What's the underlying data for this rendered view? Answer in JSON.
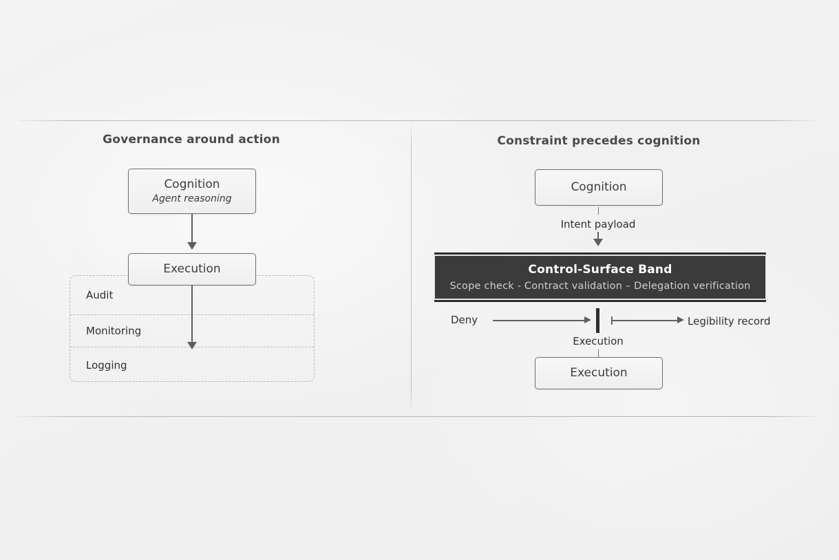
{
  "canvas": {
    "background_color": "#f2f2f2",
    "rule_color": "#b6b6b6",
    "ink_color": "#3d3d3d",
    "band_fill": "#3b3b3b",
    "band_text": "#ffffff",
    "band_subtext": "#cfcfcf"
  },
  "left_panel": {
    "title": "Governance around action",
    "cognition": {
      "title": "Cognition",
      "subtitle": "Agent reasoning"
    },
    "execution": {
      "title": "Execution"
    },
    "governance_layers": [
      {
        "label": "Audit"
      },
      {
        "label": "Monitoring"
      },
      {
        "label": "Logging"
      }
    ]
  },
  "right_panel": {
    "title": "Constraint precedes cognition",
    "cognition": {
      "title": "Cognition"
    },
    "intent_edge_label": "Intent payload",
    "band": {
      "title": "Control-Surface Band",
      "subtitle": "Scope check - Contract validation – Delegation verification"
    },
    "deny_label": "Deny",
    "legibility_label": "Legibility record",
    "execution_edge_label": "Execution",
    "execution": {
      "title": "Execution"
    }
  }
}
